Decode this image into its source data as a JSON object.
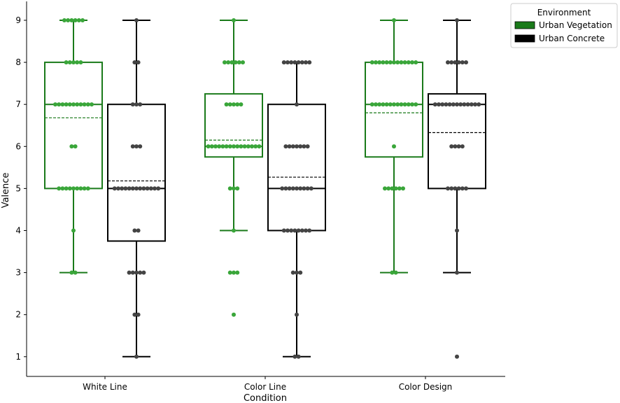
{
  "chart_data": {
    "type": "box",
    "xlabel": "Condition",
    "ylabel": "Valence",
    "ylim": [
      0.7,
      9.35
    ],
    "yticks": [
      1,
      2,
      3,
      4,
      5,
      6,
      7,
      8,
      9
    ],
    "categories": [
      "White Line",
      "Color Line",
      "Color Design"
    ],
    "legend": {
      "title": "Environment",
      "placement": "top-right-outside"
    },
    "series": [
      {
        "name": "Urban Vegetation",
        "color": "#1a7a1a",
        "point_color": "#3aa63a",
        "boxes": [
          {
            "whisker_low": 3,
            "q1": 5,
            "median": 7,
            "q3": 8,
            "whisker_high": 9,
            "mean": 6.68
          },
          {
            "whisker_low": 4,
            "q1": 5.75,
            "median": 6,
            "q3": 7.25,
            "whisker_high": 9,
            "mean": 6.15
          },
          {
            "whisker_low": 3,
            "q1": 5.75,
            "median": 7,
            "q3": 8,
            "whisker_high": 9,
            "mean": 6.8
          }
        ],
        "points": [
          [
            [
              9,
              6
            ],
            [
              8,
              5
            ],
            [
              7,
              11
            ],
            [
              6,
              2
            ],
            [
              5,
              9
            ],
            [
              4,
              1
            ],
            [
              3,
              2
            ]
          ],
          [
            [
              9,
              1
            ],
            [
              8,
              6
            ],
            [
              7,
              5
            ],
            [
              6,
              15
            ],
            [
              5,
              3
            ],
            [
              4,
              1
            ],
            [
              3,
              3
            ],
            [
              2,
              1
            ]
          ],
          [
            [
              9,
              1
            ],
            [
              8,
              13
            ],
            [
              7,
              13
            ],
            [
              6,
              1
            ],
            [
              5,
              6
            ],
            [
              3,
              2
            ]
          ]
        ]
      },
      {
        "name": "Urban Concrete",
        "color": "#000000",
        "point_color": "#444444",
        "boxes": [
          {
            "whisker_low": 1,
            "q1": 3.75,
            "median": 5,
            "q3": 7,
            "whisker_high": 9,
            "mean": 5.18
          },
          {
            "whisker_low": 1,
            "q1": 4,
            "median": 5,
            "q3": 7,
            "whisker_high": 8,
            "mean": 5.27
          },
          {
            "whisker_low": 3,
            "q1": 5,
            "median": 7,
            "q3": 7.25,
            "whisker_high": 9,
            "mean": 6.33
          }
        ],
        "points": [
          [
            [
              9,
              1
            ],
            [
              8,
              2
            ],
            [
              7,
              3
            ],
            [
              6,
              3
            ],
            [
              5,
              13
            ],
            [
              4,
              2
            ],
            [
              3,
              5
            ],
            [
              2,
              2
            ],
            [
              1,
              1
            ]
          ],
          [
            [
              8,
              8
            ],
            [
              7,
              1
            ],
            [
              6,
              7
            ],
            [
              5,
              9
            ],
            [
              4,
              8
            ],
            [
              3,
              3
            ],
            [
              2,
              1
            ],
            [
              1,
              2
            ]
          ],
          [
            [
              9,
              1
            ],
            [
              8,
              6
            ],
            [
              7,
              13
            ],
            [
              6,
              4
            ],
            [
              5,
              6
            ],
            [
              4,
              1
            ],
            [
              3,
              1
            ],
            [
              1,
              1
            ]
          ]
        ]
      }
    ]
  }
}
